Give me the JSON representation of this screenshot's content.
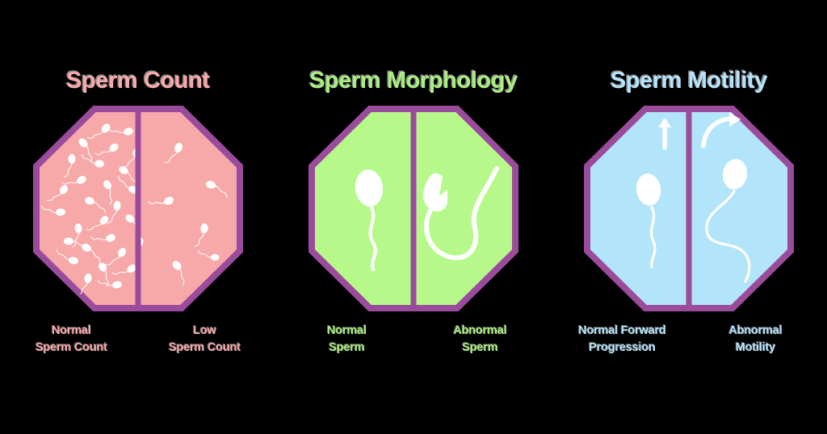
{
  "figure": {
    "background_color": "#000000",
    "border_color": "#9B4B9B",
    "sperm_color": "#FFFFFF"
  },
  "panels": [
    {
      "id": "sperm-count",
      "title": "Sperm Count",
      "title_color": "#F9A8A8",
      "fill_color": "#F7A9A9",
      "left": {
        "label_line1": "Normal",
        "label_line2": "Sperm Count",
        "sperm_count": 28,
        "description": "dense field of many sperm"
      },
      "right": {
        "label_line1": "Low",
        "label_line2": "Sperm Count",
        "sperm_count": 6,
        "description": "sparse field of few sperm"
      }
    },
    {
      "id": "sperm-morphology",
      "title": "Sperm Morphology",
      "title_color": "#A8EE7E",
      "fill_color": "#B6F98A",
      "left": {
        "label_line1": "Normal",
        "label_line2": "Sperm",
        "sperm_count": 1,
        "description": "single sperm with smooth oval head and gently waving tail"
      },
      "right": {
        "label_line1": "Abnormal",
        "label_line2": "Sperm",
        "sperm_count": 1,
        "description": "single sperm with misshapen split head and long coiled tail"
      }
    },
    {
      "id": "sperm-motility",
      "title": "Sperm Motility",
      "title_color": "#B4E3FB",
      "fill_color": "#B3E5FA",
      "left": {
        "label_line1": "Normal Forward",
        "label_line2": "Progression",
        "sperm_count": 1,
        "arrow": "straight-up-arrow",
        "description": "sperm swimming straight forward"
      },
      "right": {
        "label_line1": "Abnormal",
        "label_line2": "Motility",
        "sperm_count": 1,
        "arrow": "curved-turning-arrow",
        "description": "sperm with erratic looping tail path"
      }
    }
  ]
}
